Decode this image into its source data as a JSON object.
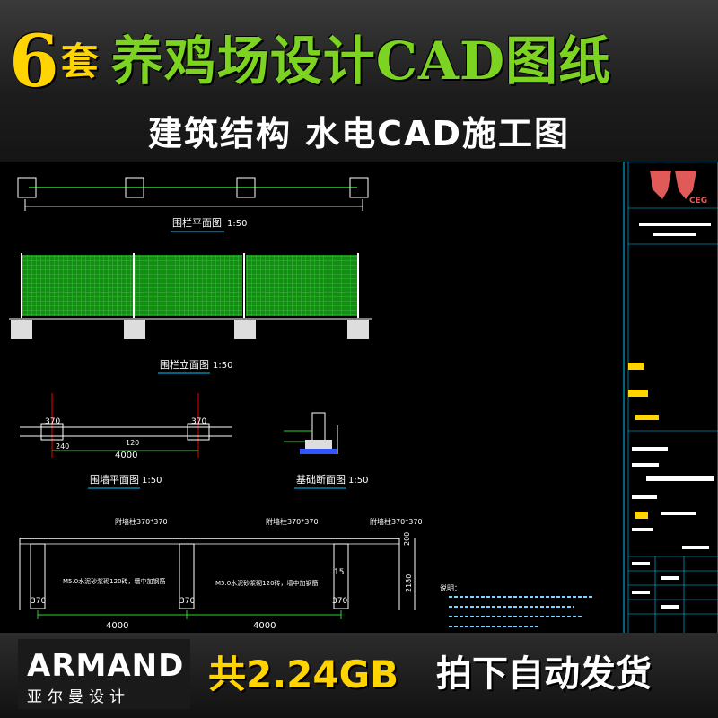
{
  "banner": {
    "count": "6",
    "count_unit": "套",
    "title": "养鸡场设计CAD图纸",
    "subtitle": "建筑结构 水电CAD施工图"
  },
  "drawing": {
    "fence_plan_title": "围栏平面图",
    "fence_plan_scale": "1:50",
    "fence_elev_title": "围栏立面图",
    "fence_elev_scale": "1:50",
    "wall_plan_title": "围墙平面图",
    "wall_plan_scale": "1:50",
    "foundation_title": "基础断面图",
    "foundation_scale": "1:50",
    "dim_370": "370",
    "dim_4000": "4000",
    "dim_240": "240",
    "dim_120": "120",
    "dim_2180": "2180",
    "dim_200": "200",
    "dim_15": "15",
    "wall_text": "M5.0水泥砂浆砌120砖，墙中加钢筋",
    "wall_text_2": "M5.0水泥砂浆砌120砖，墙中加钢筋",
    "pier_label": "附墙柱370*370",
    "notes_label": "说明：",
    "logo_caption": "CEG"
  },
  "footer": {
    "logo": "ARMAND",
    "logo_sub": "亚尔曼设计",
    "size_text": "共2.24GB",
    "delivery_text": "拍下自动发货"
  },
  "colors": {
    "title_green": "#7dd321",
    "accent_yellow": "#ffd400",
    "cad_green": "#2cd52c",
    "cad_cyan": "#00c8ff",
    "logo_red": "#e05a5a"
  }
}
